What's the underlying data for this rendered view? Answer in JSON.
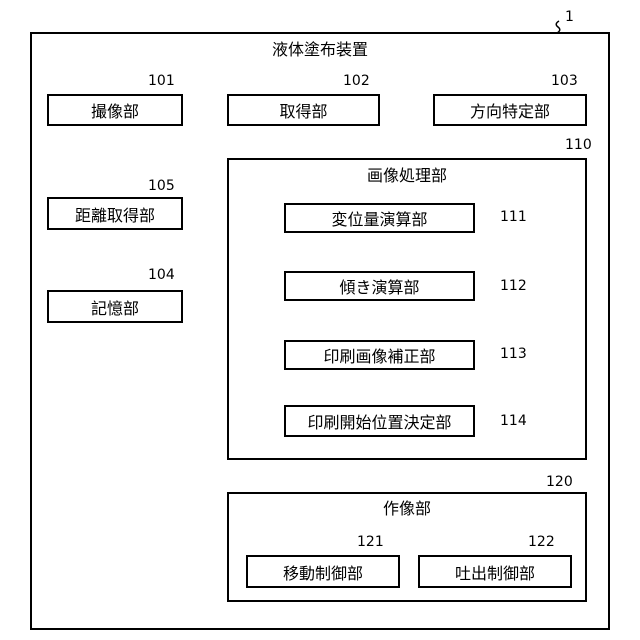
{
  "outer": {
    "ref": "1",
    "title": "液体塗布装置"
  },
  "units": {
    "imaging": {
      "ref": "101",
      "label": "撮像部"
    },
    "acquisition": {
      "ref": "102",
      "label": "取得部"
    },
    "direction": {
      "ref": "103",
      "label": "方向特定部"
    },
    "distance": {
      "ref": "105",
      "label": "距離取得部"
    },
    "storage": {
      "ref": "104",
      "label": "記憶部"
    }
  },
  "processing": {
    "ref": "110",
    "title": "画像処理部",
    "items": [
      {
        "ref": "111",
        "label": "変位量演算部"
      },
      {
        "ref": "112",
        "label": "傾き演算部"
      },
      {
        "ref": "113",
        "label": "印刷画像補正部"
      },
      {
        "ref": "114",
        "label": "印刷開始位置決定部"
      }
    ]
  },
  "actuation": {
    "ref": "120",
    "title": "作像部",
    "items": [
      {
        "ref": "121",
        "label": "移動制御部"
      },
      {
        "ref": "122",
        "label": "吐出制御部"
      }
    ]
  }
}
